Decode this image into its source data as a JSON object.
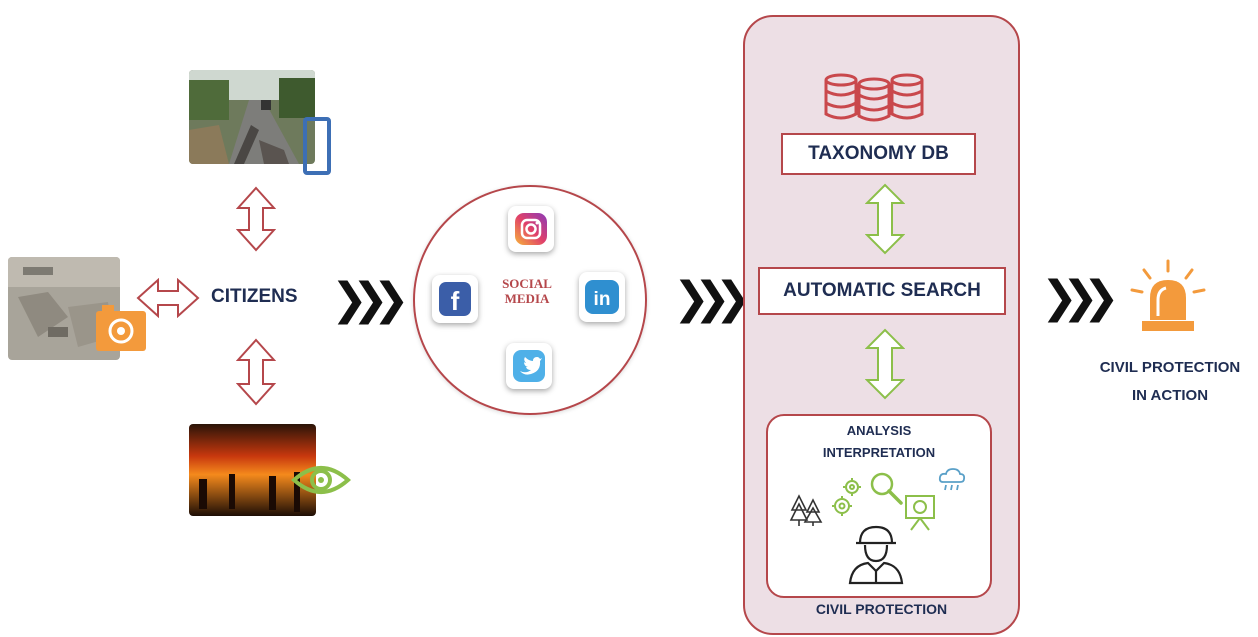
{
  "labels": {
    "citizens": "CITIZENS",
    "social_media_line1": "SOCIAL",
    "social_media_line2": "MEDIA",
    "taxonomy_db": "TAXONOMY DB",
    "automatic_search": "AUTOMATIC SEARCH",
    "analysis_line1": "ANALYSIS",
    "analysis_line2": "INTERPRETATION",
    "civil_protection": "CIVIL PROTECTION",
    "civil_in_action_line1": "CIVIL PROTECTION",
    "civil_in_action_line2": "IN ACTION"
  },
  "icons": {
    "phone": "phone-icon",
    "camera": "camera-icon",
    "eye": "eye-icon",
    "instagram": "instagram-icon",
    "facebook": "facebook-icon",
    "linkedin": "linkedin-icon",
    "twitter": "twitter-icon",
    "database": "database-icon",
    "siren": "siren-icon",
    "firefighter": "firefighter-icon"
  },
  "colors": {
    "accent_red": "#b5474b",
    "arrow_green": "#8cbf4a",
    "text_navy": "#1f2d52",
    "orange": "#f39a3c"
  }
}
